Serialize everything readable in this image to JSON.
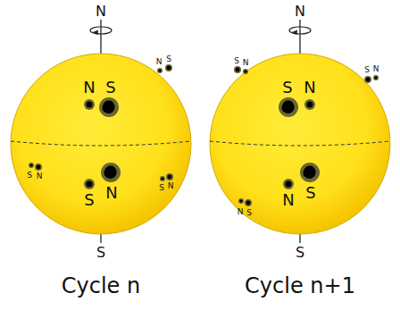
{
  "diagram": {
    "labels": [
      "N",
      "N",
      "S",
      "N",
      "S",
      "S",
      "N",
      "S",
      "N",
      "S",
      "N",
      "S",
      "Cycle n",
      "N",
      "S",
      "N",
      "S",
      "N",
      "S",
      "N",
      "N",
      "S",
      "N",
      "S",
      "S",
      "Cycle n+1"
    ]
  }
}
